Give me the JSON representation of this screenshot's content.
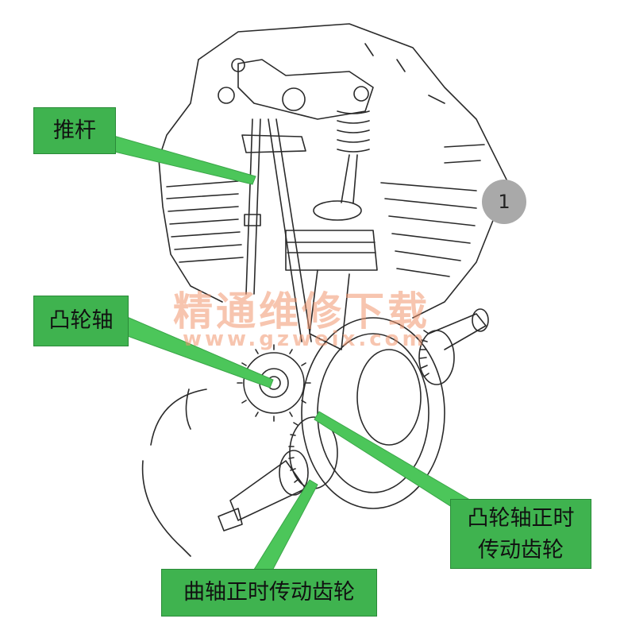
{
  "labels": {
    "pushrod": "推杆",
    "camshaft": "凸轮轴",
    "camshaft_gear_line1": "凸轮轴正时",
    "camshaft_gear_line2": "传动齿轮",
    "crankshaft_gear": "曲轴正时传动齿轮"
  },
  "badge": "1",
  "watermark": {
    "title": "精通维修下载",
    "url": "www.gzweix.com"
  },
  "colors": {
    "label_bg": "#3fb34f",
    "arrow": "#4cc65a",
    "badge_bg": "#a9a9a9"
  }
}
